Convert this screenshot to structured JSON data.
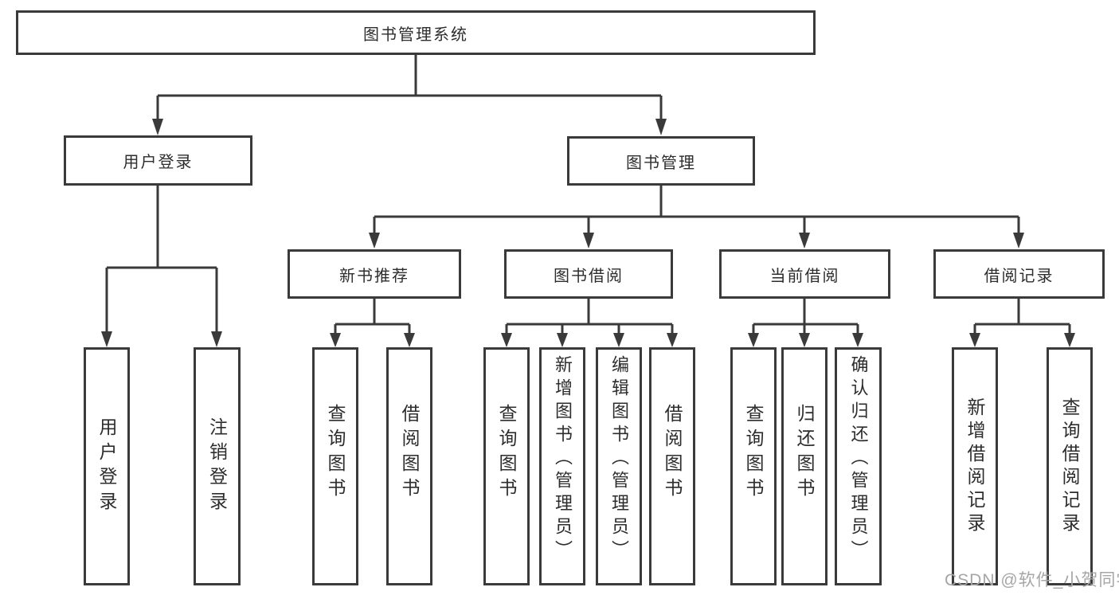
{
  "diagram": {
    "type": "org-tree",
    "root": {
      "label": "图书管理系统",
      "children": [
        {
          "label": "用户登录",
          "children": [
            {
              "label": "用户登录"
            },
            {
              "label": "注销登录"
            }
          ]
        },
        {
          "label": "图书管理",
          "children": [
            {
              "label": "新书推荐",
              "children": [
                {
                  "label": "查询图书"
                },
                {
                  "label": "借阅图书"
                }
              ]
            },
            {
              "label": "图书借阅",
              "children": [
                {
                  "label": "查询图书"
                },
                {
                  "label": "新增图书（管理员）"
                },
                {
                  "label": "编辑图书（管理员）"
                },
                {
                  "label": "借阅图书"
                }
              ]
            },
            {
              "label": "当前借阅",
              "children": [
                {
                  "label": "查询图书"
                },
                {
                  "label": "归还图书"
                },
                {
                  "label": "确认归还（管理员）"
                }
              ]
            },
            {
              "label": "借阅记录",
              "children": [
                {
                  "label": "新增借阅记录"
                },
                {
                  "label": "查询借阅记录"
                }
              ]
            }
          ]
        }
      ]
    }
  },
  "watermark": {
    "text": "CSDN @软件_小贺同学",
    "color": "#a6a6a6"
  },
  "colors": {
    "line": "#3a3a3a",
    "box_border": "#3a3a3a",
    "text": "#2d2d2d",
    "background": "#ffffff"
  }
}
